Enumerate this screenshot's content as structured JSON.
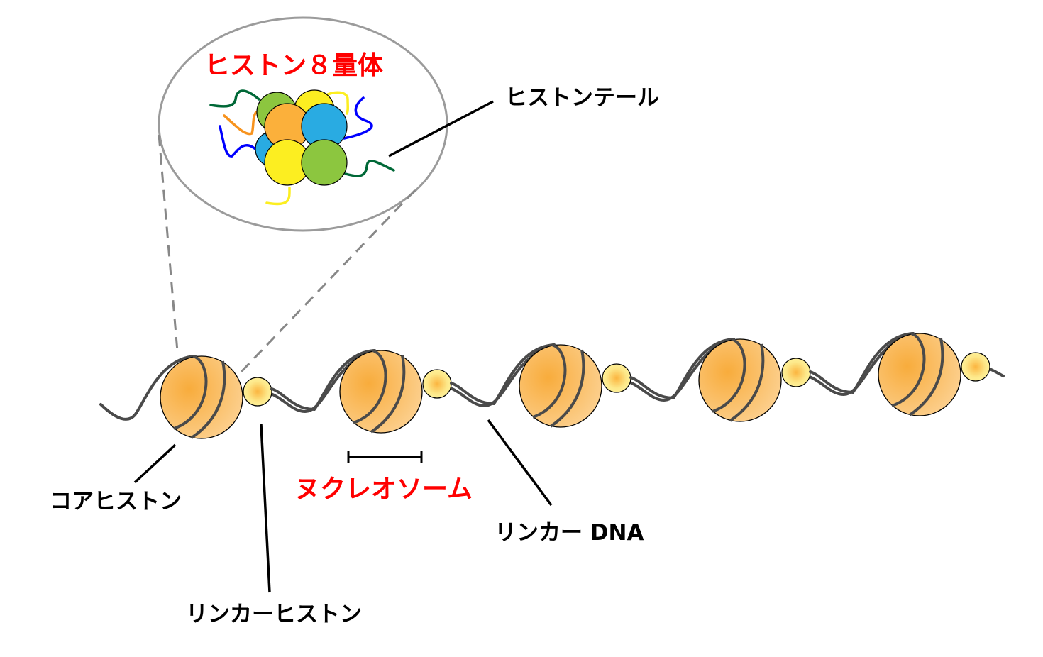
{
  "labels": {
    "octamer": "ヒストン８量体",
    "tail": "ヒストンテール",
    "core_histone": "コアヒストン",
    "nucleosome": "ヌクレオソーム",
    "linker_dna": "リンカー DNA",
    "linker_histone": "リンカーヒストン"
  },
  "nucleosome_count": 5,
  "colors": {
    "highlight": "#ff0000",
    "core": "#f8b04a",
    "linker_histone": "#fff07a",
    "dna": "#4a4a4a",
    "histone_green": "#8cc63f",
    "histone_yellow": "#fcee21",
    "histone_orange": "#fbb03b",
    "histone_blue": "#29abe2"
  }
}
